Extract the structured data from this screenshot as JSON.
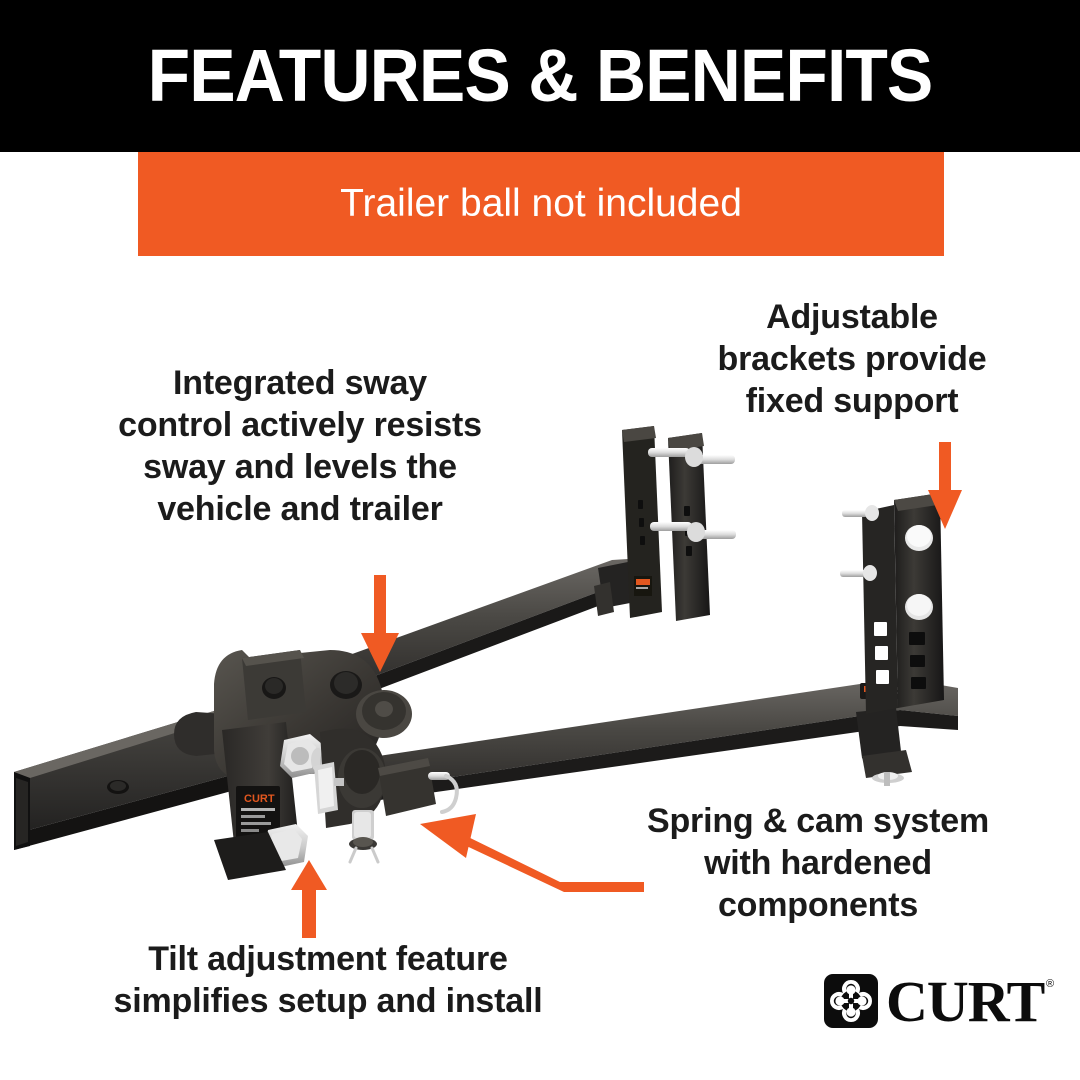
{
  "header": {
    "title": "FEATURES & BENEFITS",
    "background_color": "#000000",
    "text_color": "#ffffff"
  },
  "banner": {
    "text": "Trailer ball not included",
    "background_color": "#f05a23",
    "text_color": "#ffffff"
  },
  "accent_color": "#f05a23",
  "body_text_color": "#1b1b1b",
  "callouts": [
    {
      "id": "sway-control",
      "lines": [
        "Integrated sway",
        "control actively resists",
        "sway and levels the",
        "vehicle and trailer"
      ],
      "text": "Integrated sway control actively resists sway and levels the vehicle and trailer",
      "arrow": "arrow-down"
    },
    {
      "id": "adjustable-brackets",
      "lines": [
        "Adjustable",
        "brackets provide",
        "fixed support"
      ],
      "text": "Adjustable brackets provide fixed support",
      "arrow": "arrow-down"
    },
    {
      "id": "spring-cam",
      "lines": [
        "Spring & cam system",
        "with hardened",
        "components"
      ],
      "text": "Spring & cam system with hardened components",
      "arrow": "arrow-bent-left"
    },
    {
      "id": "tilt-adjustment",
      "lines": [
        "Tilt adjustment feature",
        "simplifies setup and install"
      ],
      "text": "Tilt adjustment feature simplifies setup and install",
      "arrow": "arrow-up"
    }
  ],
  "logo": {
    "wordmark": "CURT",
    "registered_mark": "®",
    "badge_icon": "curt-clover-badge-icon"
  },
  "product": {
    "name": "weight distribution hitch",
    "sticker_label": "CURT",
    "body_color": "#3a3a3a",
    "hardware_color": "#d8d8d8"
  }
}
